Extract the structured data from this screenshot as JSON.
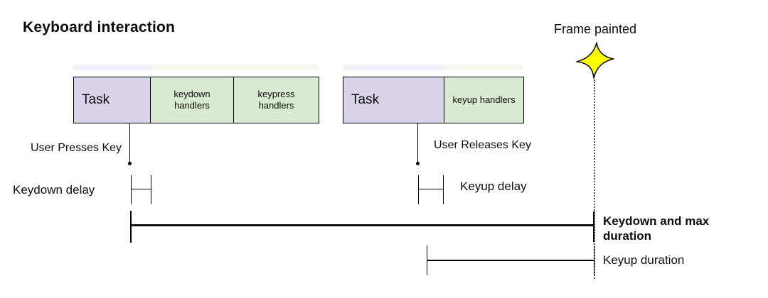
{
  "title": "Keyboard interaction",
  "frame_marker": {
    "label": "Frame painted",
    "icon": "sparkle-star-icon",
    "star_color": "#ffff00"
  },
  "groups": [
    {
      "name": "keydown-task",
      "event_label": "User Presses Key",
      "segments": [
        {
          "label": "Task",
          "kind": "task"
        },
        {
          "label": "keydown handlers",
          "kind": "handlers"
        },
        {
          "label": "keypress handlers",
          "kind": "handlers"
        }
      ]
    },
    {
      "name": "keyup-task",
      "event_label": "User Releases Key",
      "segments": [
        {
          "label": "Task",
          "kind": "task"
        },
        {
          "label": "keyup handlers",
          "kind": "handlers"
        }
      ]
    }
  ],
  "measurements": {
    "keydown_delay": "Keydown delay",
    "keyup_delay": "Keyup delay",
    "keydown_max_duration": "Keydown and max duration",
    "keyup_duration": "Keyup duration"
  },
  "colors": {
    "task_fill": "#d9d2e9",
    "handler_fill": "#d9ead3",
    "line": "#000000",
    "frame_line_dotted": "#4a4a4a",
    "star_fill": "#ffff00"
  }
}
